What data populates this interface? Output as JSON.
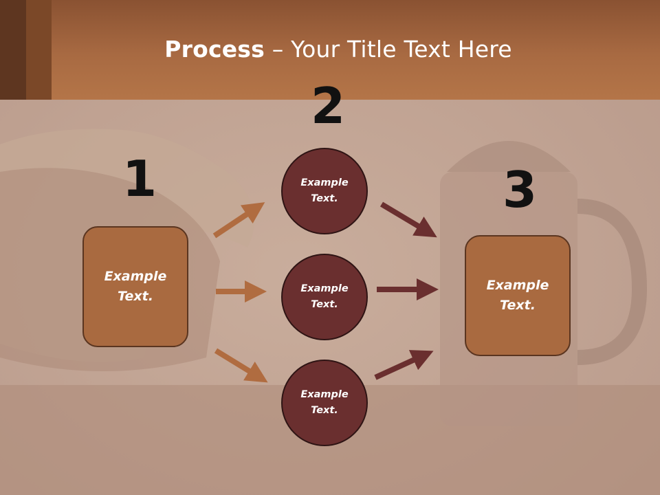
{
  "title": {
    "bold": "Process",
    "dash": "–",
    "rest": "Your Title Text Here"
  },
  "steps": {
    "one": "1",
    "two": "2",
    "three": "3"
  },
  "nodes": {
    "left_box": "Example Text.",
    "circle_top": "Example Text.",
    "circle_middle": "Example Text.",
    "circle_bottom": "Example Text.",
    "right_box": "Example Text."
  },
  "colors": {
    "header": "#a86a42",
    "box_fill": "#a96a40",
    "circle_fill": "#6a2f2f",
    "arrow_light": "#b06c40",
    "arrow_dark": "#6a2f2f"
  }
}
